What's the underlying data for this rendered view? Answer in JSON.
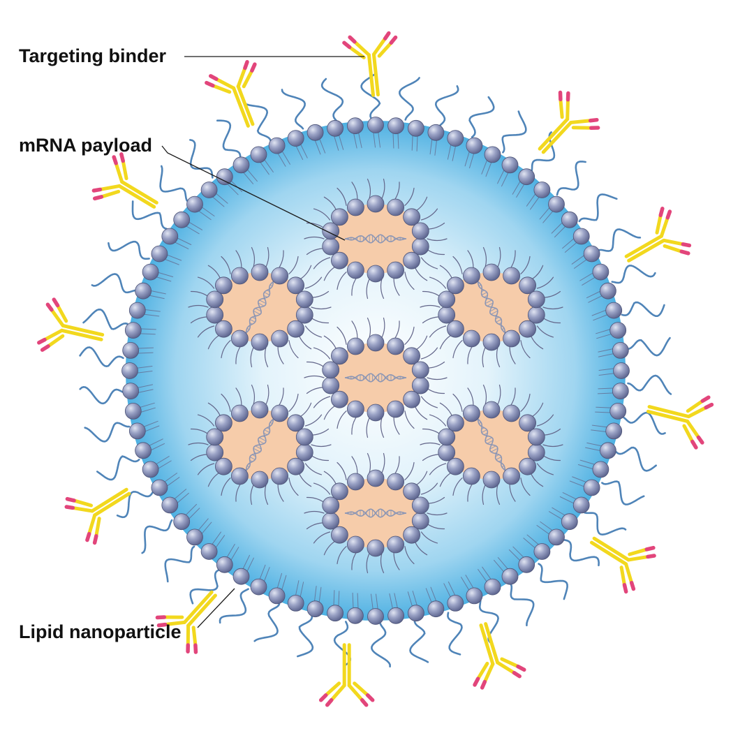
{
  "labels": {
    "targeting_binder": "Targeting binder",
    "mrna_payload": "mRNA payload",
    "lipid_nanoparticle": "Lipid nanoparticle"
  },
  "colors": {
    "background": "#ffffff",
    "core_center": "#ffffff",
    "core_edge": "#4db0e2",
    "lipid_head": "#5e6690",
    "lipid_head_highlight": "#e1e5f2",
    "lipid_tail": "#63668a",
    "peg_chain": "#4f84b8",
    "payload_fill": "#f6ccaa",
    "rna_strand": "#8c96b4",
    "antibody_body": "#f2d81e",
    "antibody_tip": "#e2457b",
    "leader_line": "#1a1a1a"
  },
  "icons": {
    "binder": "y-shaped-antibody-icon",
    "lipid": "lipid-head-icon",
    "rna": "double-helix-icon"
  }
}
